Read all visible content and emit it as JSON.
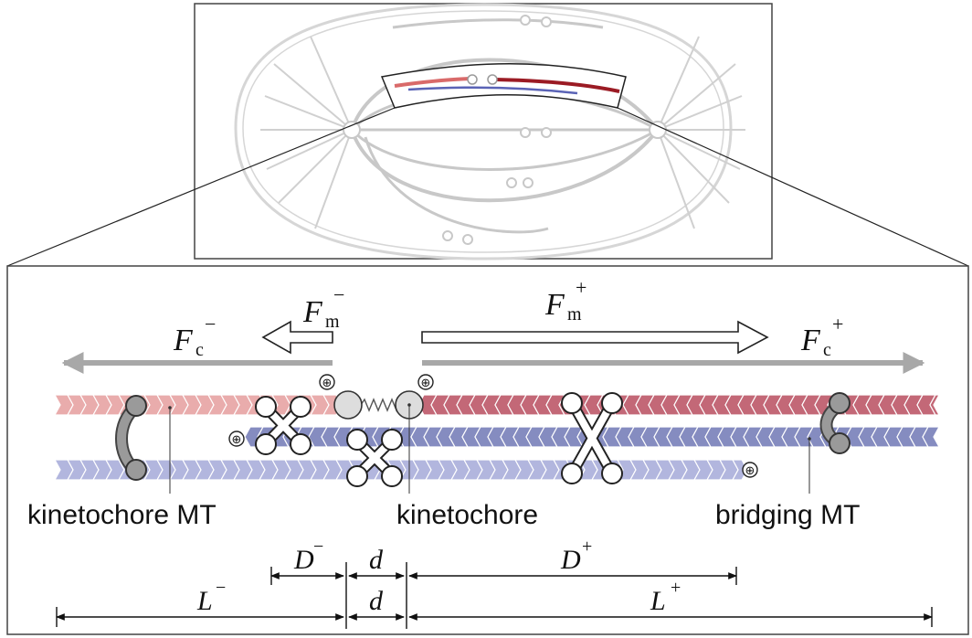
{
  "labels": {
    "kinetochore_mt": "kinetochore MT",
    "kinetochore": "kinetochore",
    "bridging_mt": "bridging MT"
  },
  "forces": {
    "fm_minus": {
      "main": "F",
      "sub": "m",
      "sup": "−"
    },
    "fm_plus": {
      "main": "F",
      "sub": "m",
      "sup": "+"
    },
    "fc_minus": {
      "main": "F",
      "sub": "c",
      "sup": "−"
    },
    "fc_plus": {
      "main": "F",
      "sub": "c",
      "sup": "+"
    }
  },
  "distances": {
    "D_minus": {
      "main": "D",
      "sup": "−"
    },
    "d_top": {
      "main": "d"
    },
    "D_plus": {
      "main": "D",
      "sup": "+"
    },
    "L_minus": {
      "main": "L",
      "sup": "−"
    },
    "d_bottom": {
      "main": "d"
    },
    "L_plus": {
      "main": "L",
      "sup": "+"
    }
  },
  "plus_end_marks": [
    "⊕",
    "⊕",
    "⊕",
    "⊕"
  ],
  "colors": {
    "kmt_left": "#e8a8a8",
    "kmt_right": "#c06070",
    "bmt_dark": "#7f86bd",
    "bmt_light": "#aeb3dd",
    "force_gray": "#a8a8a8",
    "spindle_gray": "#c8c8c8",
    "inset_dark_red": "#9b1b24",
    "inset_light_red": "#d96a6a",
    "inset_blue": "#5a63b6"
  }
}
